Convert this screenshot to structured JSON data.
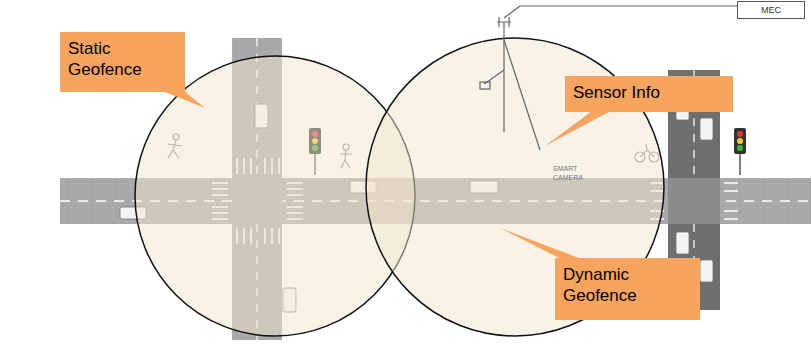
{
  "diagram": {
    "nodes": [
      {
        "text": [
          "Static Geofence"
        ]
      },
      {
        "text": [
          "Sensor Info"
        ]
      },
      {
        "text": [
          "Dynamic Geofence"
        ]
      },
      {
        "text": [
          "MEC"
        ]
      }
    ],
    "labels": [
      "SMART CAMERA"
    ]
  }
}
